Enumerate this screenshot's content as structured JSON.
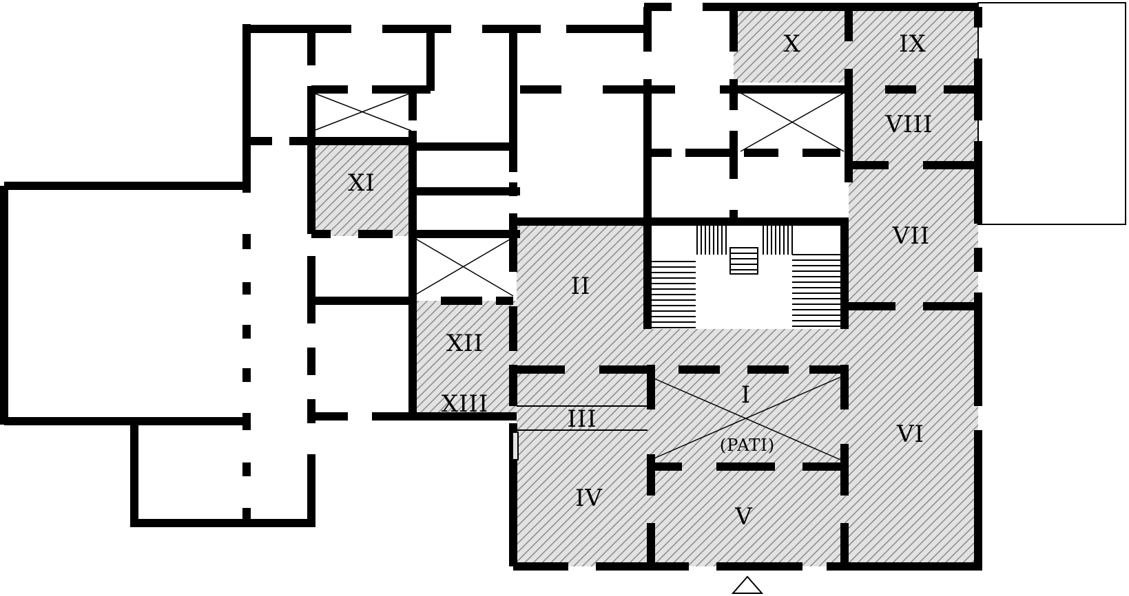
{
  "diagram": {
    "kind": "architectural floor plan",
    "hatched_fill_color": "#b8b8b8",
    "wall_color": "#000000",
    "rooms": [
      {
        "id": "room-i",
        "label": "I"
      },
      {
        "id": "room-i-sub",
        "label": "(PATI)"
      },
      {
        "id": "room-ii",
        "label": "II"
      },
      {
        "id": "room-iii",
        "label": "III"
      },
      {
        "id": "room-iv",
        "label": "IV"
      },
      {
        "id": "room-v",
        "label": "V"
      },
      {
        "id": "room-vi",
        "label": "VI"
      },
      {
        "id": "room-vii",
        "label": "VII"
      },
      {
        "id": "room-viii",
        "label": "VIII"
      },
      {
        "id": "room-ix",
        "label": "IX"
      },
      {
        "id": "room-x",
        "label": "X"
      },
      {
        "id": "room-xi",
        "label": "XI"
      },
      {
        "id": "room-xii",
        "label": "XII"
      },
      {
        "id": "room-xiii",
        "label": "XIII"
      }
    ],
    "entrance_marker": "triangle"
  }
}
